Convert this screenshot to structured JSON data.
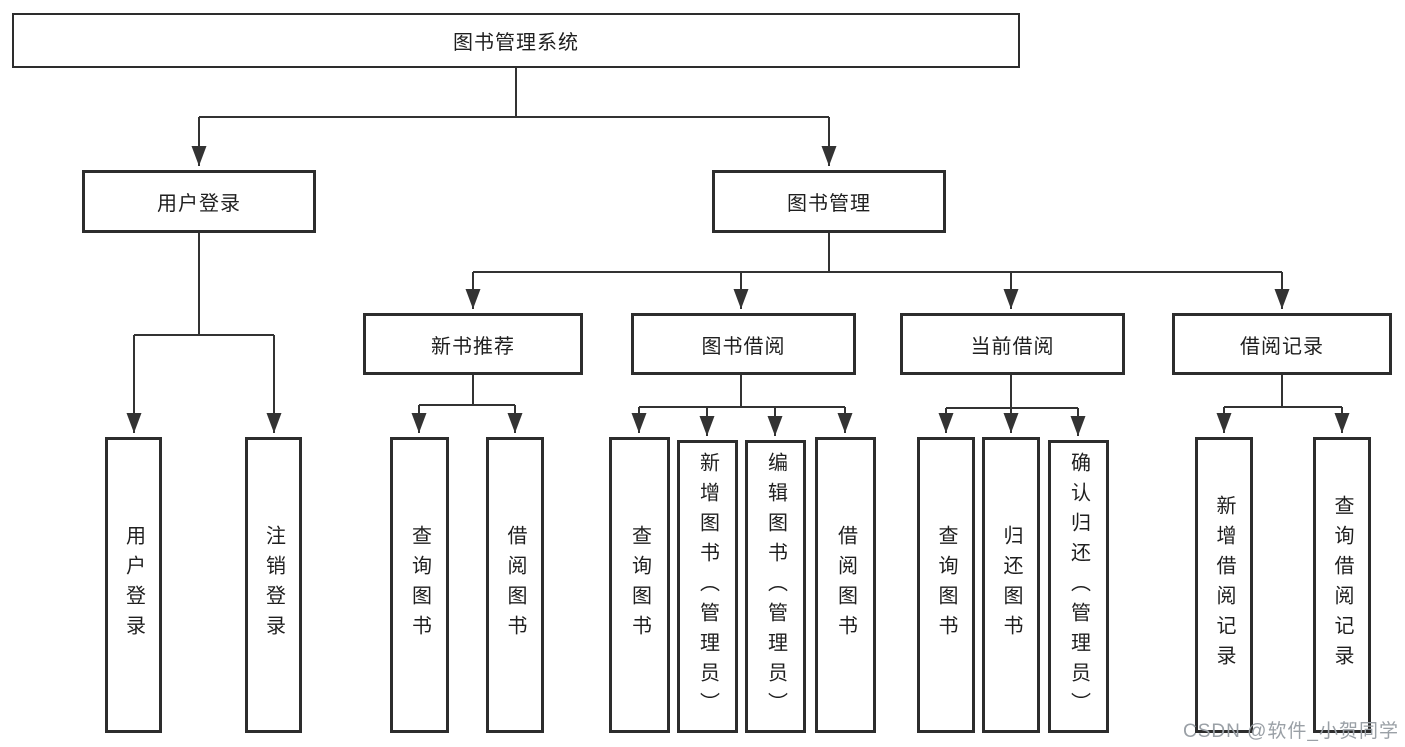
{
  "diagram": {
    "root": {
      "label": "图书管理系统"
    },
    "level2": [
      {
        "label": "用户登录"
      },
      {
        "label": "图书管理"
      }
    ],
    "level3": [
      {
        "label": "新书推荐",
        "parent": "图书管理"
      },
      {
        "label": "图书借阅",
        "parent": "图书管理"
      },
      {
        "label": "当前借阅",
        "parent": "图书管理"
      },
      {
        "label": "借阅记录",
        "parent": "图书管理"
      }
    ],
    "leaves": [
      {
        "label": "用户登录",
        "parent": "用户登录"
      },
      {
        "label": "注销登录",
        "parent": "用户登录"
      },
      {
        "label": "查询图书",
        "parent": "新书推荐"
      },
      {
        "label": "借阅图书",
        "parent": "新书推荐"
      },
      {
        "label": "查询图书",
        "parent": "图书借阅"
      },
      {
        "label": "新增图书（管理员）",
        "parent": "图书借阅"
      },
      {
        "label": "编辑图书（管理员）",
        "parent": "图书借阅"
      },
      {
        "label": "借阅图书",
        "parent": "图书借阅"
      },
      {
        "label": "查询图书",
        "parent": "当前借阅"
      },
      {
        "label": "归还图书",
        "parent": "当前借阅"
      },
      {
        "label": "确认归还（管理员）",
        "parent": "当前借阅"
      },
      {
        "label": "新增借阅记录",
        "parent": "借阅记录"
      },
      {
        "label": "查询借阅记录",
        "parent": "借阅记录"
      }
    ]
  },
  "watermark": {
    "text": "CSDN @软件_小贺同学"
  },
  "colors": {
    "line": "#333333",
    "box_border": "#2d2d2d",
    "text": "#1f1f1f",
    "background": "#ffffff",
    "watermark": "#9aa0a6"
  }
}
